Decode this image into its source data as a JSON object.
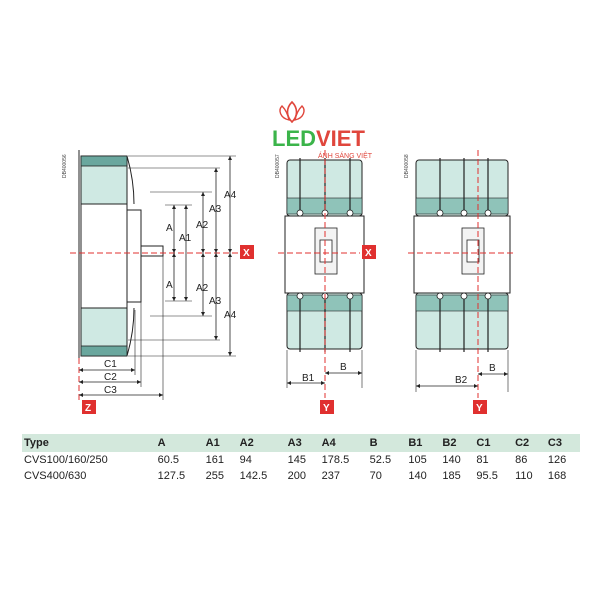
{
  "logo": {
    "brand_first": "LED",
    "brand_second": "VIET",
    "tagline": "ÁNH SÁNG VIỆT",
    "brand_color_first": "#3bb44a",
    "brand_color_second": "#e0463c"
  },
  "codes": [
    "DB400056",
    "DB400057",
    "DB400058"
  ],
  "side_view": {
    "vertical_labels": [
      "A4",
      "A3",
      "A2",
      "A1",
      "A",
      "A",
      "A2",
      "A3",
      "A4"
    ],
    "horizontal_labels": [
      "C1",
      "C2",
      "C3"
    ],
    "axis_x": "X",
    "axis_z": "Z"
  },
  "front_view_1": {
    "labels": [
      "B",
      "B1"
    ],
    "axis_x": "X",
    "axis_y": "Y"
  },
  "front_view_2": {
    "labels": [
      "B",
      "B2"
    ],
    "axis_y": "Y"
  },
  "colors": {
    "module_fill": "#cfe9e3",
    "module_dark": "#6aa79e",
    "axis": "#e0302f",
    "table_header": "#d3e8dc"
  },
  "table": {
    "headers": [
      "Type",
      "A",
      "A1",
      "A2",
      "A3",
      "A4",
      "B",
      "B1",
      "B2",
      "C1",
      "C2",
      "C3"
    ],
    "rows": [
      [
        "CVS100/160/250",
        "60.5",
        "161",
        "94",
        "145",
        "178.5",
        "52.5",
        "105",
        "140",
        "81",
        "86",
        "126"
      ],
      [
        "CVS400/630",
        "127.5",
        "255",
        "142.5",
        "200",
        "237",
        "70",
        "140",
        "185",
        "95.5",
        "110",
        "168"
      ]
    ]
  }
}
